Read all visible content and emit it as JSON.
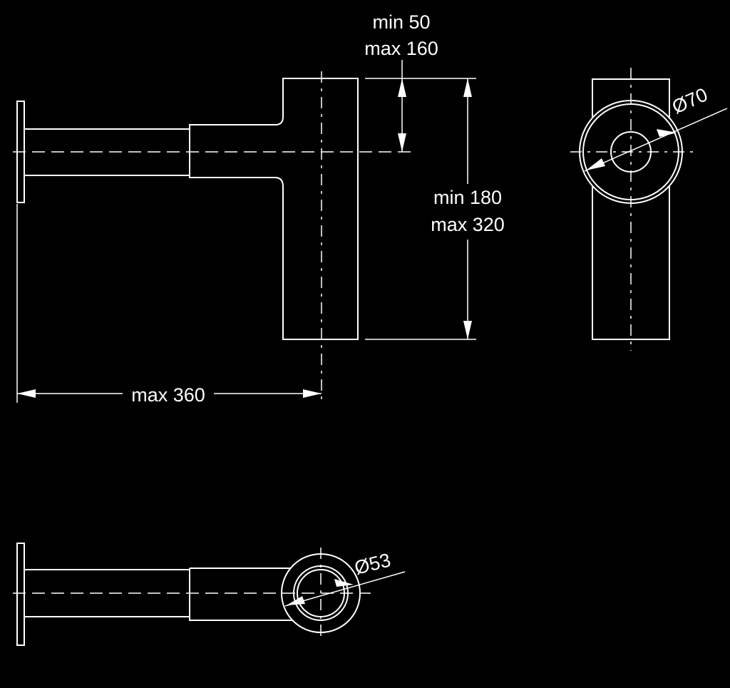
{
  "dimensions": {
    "offset_min": "min 50",
    "offset_max": "max 160",
    "height_min": "min 180",
    "height_max": "max 320",
    "length_max": "max 360",
    "diameter_large": "Ø70",
    "diameter_small": "Ø53"
  },
  "colors": {
    "background": "#000000",
    "line": "#ffffff"
  }
}
